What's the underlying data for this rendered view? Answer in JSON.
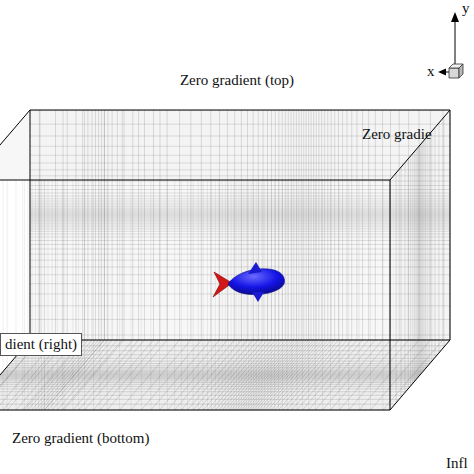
{
  "diagram": {
    "labels": [
      "y",
      "Zero gradient (top)",
      "x",
      "Zero gradie",
      "dient (right)",
      "Zero gradient (bottom)",
      "Infl"
    ]
  }
}
